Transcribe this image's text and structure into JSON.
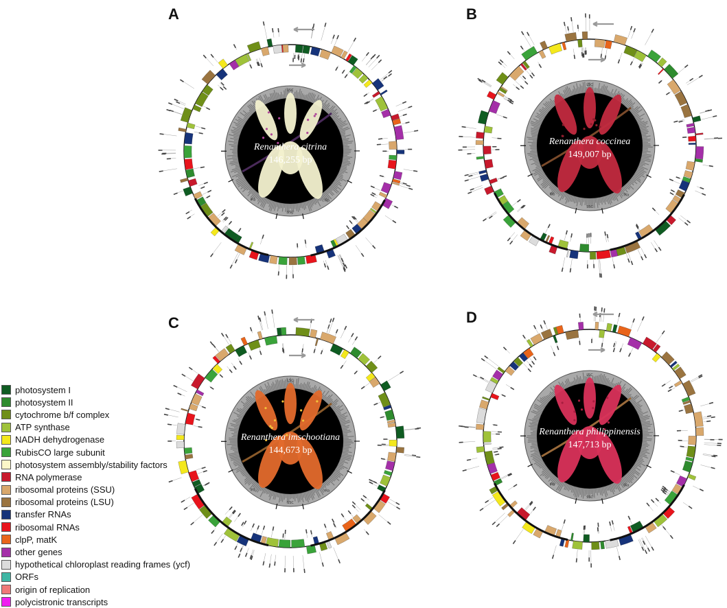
{
  "panels": [
    {
      "letter": "A",
      "species": "Renanthera citrina",
      "length": "146,255 bp",
      "flower": "#f3f1cf",
      "petal_spot": "#b0499a",
      "stem": "#4a2a5a"
    },
    {
      "letter": "B",
      "species": "Renanthera coccinea",
      "length": "149,007 bp",
      "flower": "#c22a3f",
      "petal_spot": "#8e1d2c",
      "stem": "#7a4a2a"
    },
    {
      "letter": "C",
      "species": "Renanthera imschootiana",
      "length": "144,673 bp",
      "flower": "#e36a2c",
      "petal_spot": "#f4c23a",
      "stem": "#8a5a2a"
    },
    {
      "letter": "D",
      "species": "Renanthera philippinensis",
      "length": "147,713 bp",
      "flower": "#d9325a",
      "petal_spot": "#a81e40",
      "stem": "#9a6a3a"
    }
  ],
  "region_labels": [
    "LSC",
    "IRa",
    "SSC",
    "IRb"
  ],
  "legend": [
    {
      "label": "photosystem I",
      "color": "#0f5c22"
    },
    {
      "label": "photosystem II",
      "color": "#2e8b2e"
    },
    {
      "label": "cytochrome b/f complex",
      "color": "#6f8f18"
    },
    {
      "label": "ATP synthase",
      "color": "#9fc23a"
    },
    {
      "label": "NADH dehydrogenase",
      "color": "#f4e81c"
    },
    {
      "label": "RubisCO large subunit",
      "color": "#3aa33a"
    },
    {
      "label": "photosystem assembly/stability factors",
      "color": "#fbf7c8"
    },
    {
      "label": "RNA polymerase",
      "color": "#c8192c"
    },
    {
      "label": "ribosomal proteins (SSU)",
      "color": "#d9a86c"
    },
    {
      "label": "ribosomal proteins (LSU)",
      "color": "#9a7440"
    },
    {
      "label": "transfer RNAs",
      "color": "#16337a"
    },
    {
      "label": "ribosomal RNAs",
      "color": "#e8141c"
    },
    {
      "label": "clpP, matK",
      "color": "#e9641a"
    },
    {
      "label": "other genes",
      "color": "#a42fa8"
    },
    {
      "label": "hypothetical chloroplast reading frames (ycf)",
      "color": "#dcdcdc"
    },
    {
      "label": "ORFs",
      "color": "#3fb6a4"
    },
    {
      "label": "origin of replication",
      "color": "#f07878"
    },
    {
      "label": "polycistronic transcripts",
      "color": "#f01ef0"
    }
  ]
}
